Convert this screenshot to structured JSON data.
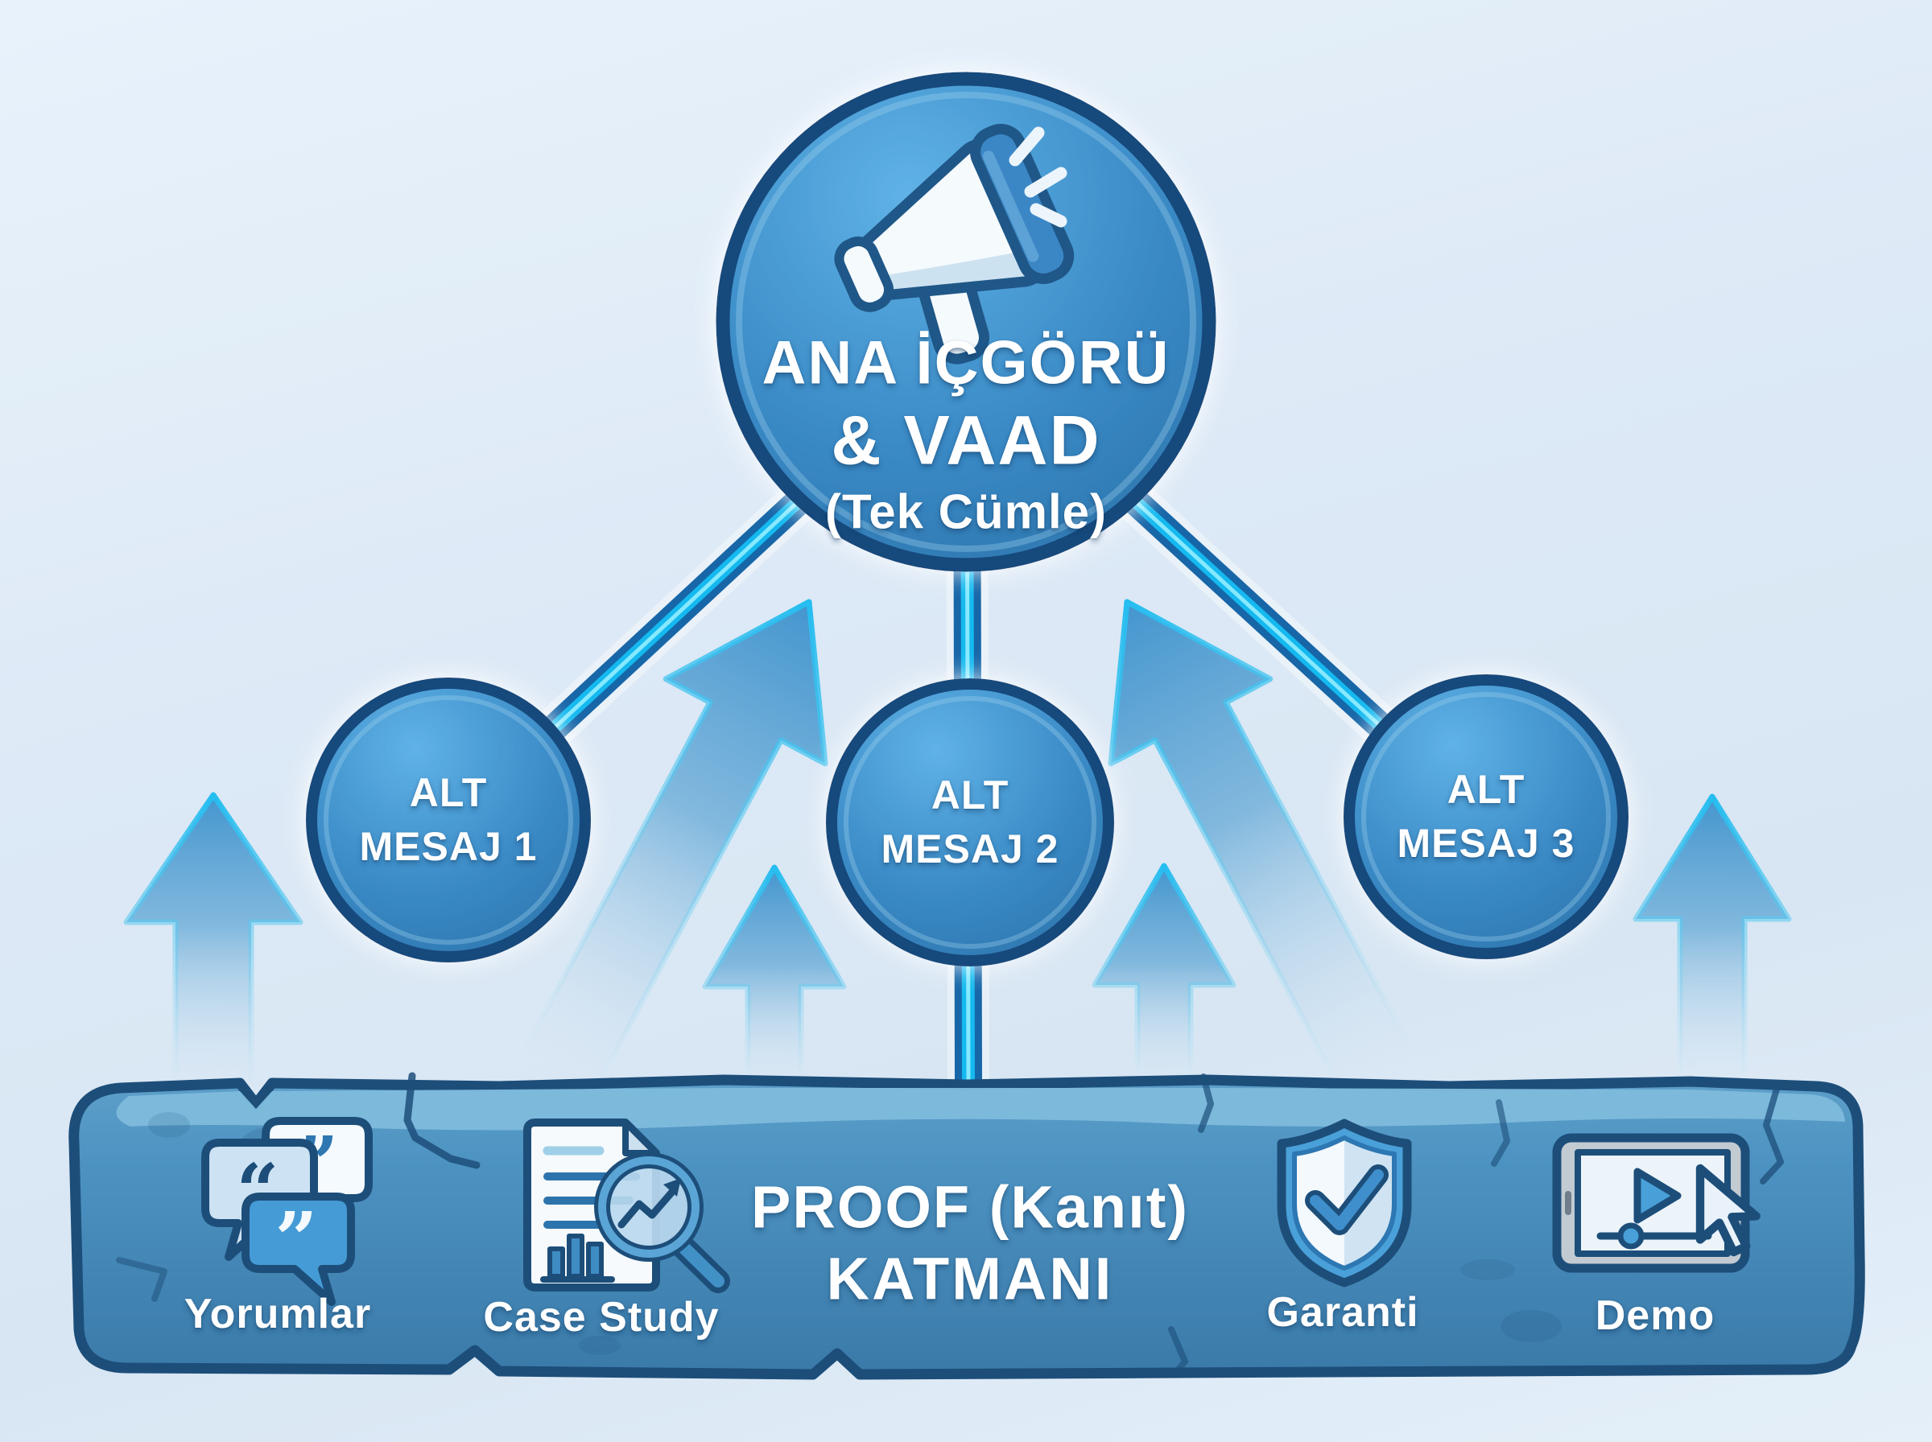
{
  "diagram": {
    "top_node": {
      "line1": "ANA İÇGÖRÜ",
      "line2": "& VAAD",
      "line3": "(Tek Cümle)"
    },
    "sub_nodes": [
      {
        "line1": "ALT",
        "line2": "MESAJ 1"
      },
      {
        "line1": "ALT",
        "line2": "MESAJ 2"
      },
      {
        "line1": "ALT",
        "line2": "MESAJ 3"
      }
    ],
    "proof_bar": {
      "title_line1": "PROOF (Kanıt)",
      "title_line2": "KATMANI",
      "items": [
        {
          "label": "Yorumlar",
          "icon": "speech-bubbles-icon"
        },
        {
          "label": "Case Study",
          "icon": "document-magnifier-icon"
        },
        {
          "label": "Garanti",
          "icon": "shield-check-icon"
        },
        {
          "label": "Demo",
          "icon": "video-player-icon"
        }
      ]
    },
    "icon_glyphs": {
      "quote_open": "“",
      "quote_close": "”"
    },
    "colors": {
      "background": "#dde9f5",
      "node_fill": "#3a86c2",
      "node_border": "#1b4d7d",
      "connector_core": "#18bdf2",
      "arrow_blue": "#4f9fd4",
      "bar_fill": "#4690bf",
      "text": "#ffffff"
    }
  }
}
